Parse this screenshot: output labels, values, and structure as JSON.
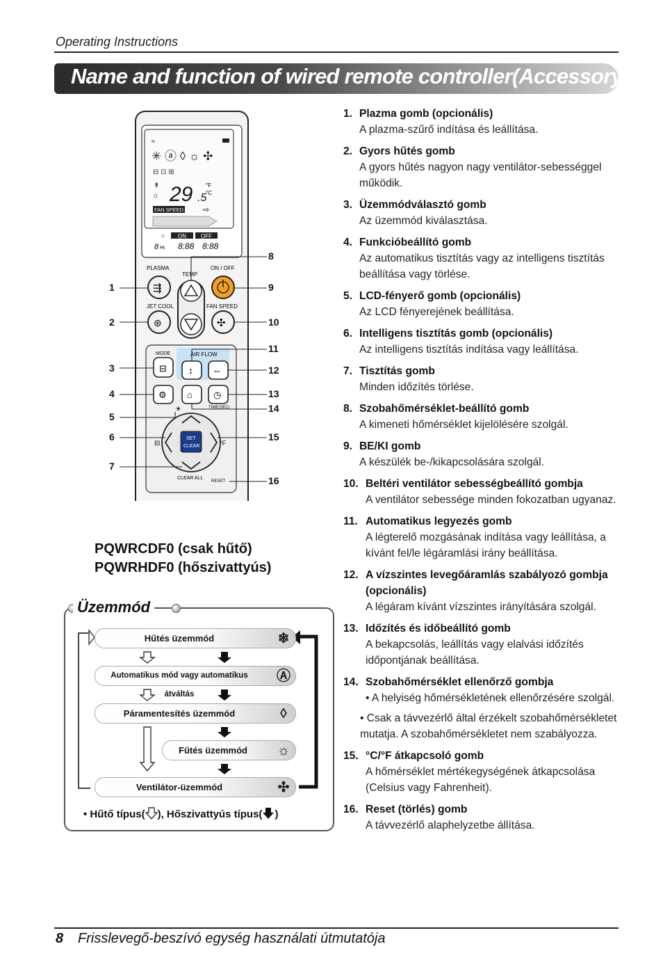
{
  "header": {
    "label": "Operating Instructions"
  },
  "title": "Name and function of wired remote controller(Accessory)",
  "remote": {
    "lcd": {
      "temp": "29",
      "temp_dec": ".5",
      "unit_f": "°F",
      "unit_c": "°C",
      "fan_speed": "FAN SPEED",
      "on": "ON",
      "off": "OFF",
      "hr": "Hr.",
      "timer": "8:88"
    },
    "labels": {
      "plasma": "PLASMA",
      "temp": "TEMP",
      "on_off": "ON / OFF",
      "jet_cool": "JET COOL",
      "fan_speed": "FAN SPEED",
      "mode": "MODE",
      "air_flow": "AIR FLOW",
      "time": "TIME(SEC)",
      "set": "SET",
      "clear": "CLEAR",
      "clear_all": "CLEAR ALL",
      "reset": "RESET"
    },
    "callouts_left": [
      "1",
      "2",
      "3",
      "4",
      "5",
      "6",
      "7"
    ],
    "callouts_right": [
      "8",
      "9",
      "10",
      "11",
      "12",
      "13",
      "14",
      "15",
      "16"
    ]
  },
  "models": [
    "PQWRCDF0 (csak hűtő)",
    "PQWRHDF0 (hőszivattyús)"
  ],
  "mode_section": {
    "title": "Üzemmód",
    "modes": [
      {
        "label": "Hűtés üzemmód",
        "icon": "snowflake-icon"
      },
      {
        "label": "Automatikus mód vagy automatikus átváltás",
        "icon": "ai-icon"
      },
      {
        "label": "Páramentesítés üzemmód",
        "icon": "droplet-icon"
      },
      {
        "label": "Fűtés üzemmód",
        "icon": "sun-icon"
      },
      {
        "label": "Ventilátor-üzemmód",
        "icon": "fan-icon"
      }
    ],
    "legend_prefix": "• Hűtő típus(",
    "legend_mid": "), Hőszivattyús típus(",
    "legend_suffix": ")"
  },
  "functions": [
    {
      "num": "1.",
      "title": "Plazma gomb (opcionális)",
      "desc": [
        "A plazma-szűrő indítása és leállítása."
      ]
    },
    {
      "num": "2.",
      "title": "Gyors hűtés gomb",
      "desc": [
        "A gyors hűtés nagyon nagy ventilátor-sebességgel működik."
      ]
    },
    {
      "num": "3.",
      "title": "Üzemmódválasztó gomb",
      "desc": [
        "Az üzemmód kiválasztása."
      ]
    },
    {
      "num": "4.",
      "title": "Funkcióbeállító gomb",
      "desc": [
        "Az automatikus tisztítás vagy az intelligens tisztítás beállítása vagy törlése."
      ]
    },
    {
      "num": "5.",
      "title": "LCD-fényerő gomb (opcionális)",
      "desc": [
        "Az LCD fényerejének beállítása."
      ]
    },
    {
      "num": "6.",
      "title": "Intelligens tisztítás gomb (opcionális)",
      "desc": [
        "Az intelligens tisztítás indítása vagy leállítása."
      ]
    },
    {
      "num": "7.",
      "title": "Tisztítás gomb",
      "desc": [
        "Minden időzítés törlése."
      ]
    },
    {
      "num": "8.",
      "title": "Szobahőmérséklet-beállító gomb",
      "desc": [
        "A kimeneti hőmérséklet kijelölésére szolgál."
      ]
    },
    {
      "num": "9.",
      "title": "BE/KI gomb",
      "desc": [
        "A készülék be-/kikapcsolására szolgál."
      ]
    },
    {
      "num": "10.",
      "title": "Beltéri ventilátor sebességbeállító gombja",
      "desc": [
        "A ventilátor sebessége minden fokozatban ugyanaz."
      ]
    },
    {
      "num": "11.",
      "title": "Automatikus legyezés gomb",
      "desc": [
        "A légterelő mozgásának indítása vagy leállítása, a kívánt fel/le légáramlási irány beállítása."
      ]
    },
    {
      "num": "12.",
      "title": "A vízszintes levegőáramlás szabályozó gombja (opcionális)",
      "desc": [
        "A légáram kívánt vízszintes irányítására szolgál."
      ]
    },
    {
      "num": "13.",
      "title": "Időzítés és időbeállító gomb",
      "desc": [
        "A bekapcsolás, leállítás vagy elalvási időzítés időpontjának beállítása."
      ]
    },
    {
      "num": "14.",
      "title": "Szobahőmérséklet ellenőrző gombja",
      "bullets": [
        "• A helyiség hőmérsékletének ellenőrzésére szolgál.",
        "• Csak a távvezérlő által érzékelt szobahőmérsékletet mutatja. A szobahőmérsékletet nem szabályozza."
      ]
    },
    {
      "num": "15.",
      "title": "°C/°F átkapcsoló gomb",
      "desc": [
        "A hőmérséklet mértékegységének átkapcsolása (Celsius vagy Fahrenheit)."
      ]
    },
    {
      "num": "16.",
      "title": "Reset (törlés) gomb",
      "desc": [
        "A távvezérlő alaphelyzetbe állítása."
      ]
    }
  ],
  "footer": {
    "page": "8",
    "text": "Frisslevegő-beszívó egység használati útmutatója"
  }
}
